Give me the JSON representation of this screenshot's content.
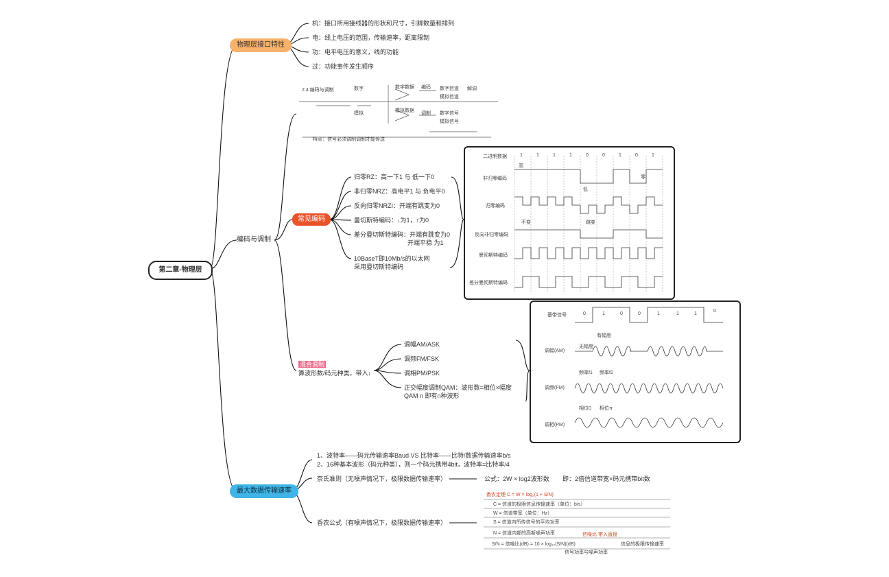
{
  "root": "第二章-物理层",
  "phys": {
    "label": "物理层接口特性",
    "items": [
      "机：接口所用接线器的形状和尺寸，引脚数量和排列",
      "电：线上电压的范围，传输速率，距离限制",
      "功：电平电压的意义，线的功能",
      "过：功能事件发生顺序"
    ]
  },
  "codec": {
    "label": "编码与调制",
    "common": {
      "label": "常见编码",
      "items": [
        "归零RZ：高一下1 与 低一下0",
        "非归零NRZ：高电平1 与 负电平0",
        "反向归零NRZI：开端有跳变为0",
        "曼切斯特编码：↓为1，↑为0"
      ],
      "diff1": "差分曼切斯特编码：开端有跳变为0",
      "diff2": "开端平稳 为1",
      "eth1": "10BaseT即10Mb/s的以太网",
      "eth2": "采用曼切斯特编码"
    },
    "mix": {
      "label": "混合调制",
      "sub": "算波形数/码元种类，带入↓",
      "items": [
        "调幅AM/ASK",
        "调频FM/FSK",
        "调相PM/PSK"
      ],
      "qam1": "正交幅度调制QAM：波形数=相位×幅度",
      "qam2": "QAM n 即有n种波形"
    }
  },
  "maxrate": {
    "label": "最大数据传输速率",
    "line1": "1、波特率——码元传输速率Baud     VS     比特率——比特/数据传输速率b/s",
    "line2": "2、16种基本波形（码元种类），则一个码元携带4bit，波特率=比特率/4",
    "nyquist": "奈氏准则（无噪声情况下，极限数据传输速率）",
    "nyq_formula": "公式：2W × log2波形数",
    "nyq_note": "即：2倍信道带宽×码元携带bit数",
    "shannon": "香农公式（有噪声情况下，极限数据传输速率）"
  },
  "sketch1": {
    "a": "2.4 编码与调制",
    "b": "数字",
    "c": "模拟",
    "d": "数字数据",
    "e": "编码",
    "f": "模拟数据",
    "g": "数字信道",
    "h": "模拟信道",
    "i": "数字信号",
    "j": "模拟信号",
    "k": "调制",
    "l": "解调",
    "m": "特点：信号必须调制调制才能传送"
  },
  "fig1": {
    "rows": [
      "二进制数据",
      "非归零编码",
      "归零编码",
      "反向非归零编码",
      "曼彻斯特编码",
      "差分曼彻斯特编码"
    ],
    "bits": [
      "1",
      "1",
      "1",
      "1",
      "0",
      "0",
      "1",
      "0",
      "1"
    ],
    "hi": "高",
    "lo": "低",
    "zero": "零",
    "bu": "不变",
    "tiao": "跳变"
  },
  "fig2": {
    "rows": [
      "基带信号",
      "调幅(AM)",
      "调频(FM)",
      "调相(PM)"
    ],
    "bits": [
      "0",
      "1",
      "0",
      "0",
      "1",
      "1",
      "1",
      "0"
    ],
    "am_yes": "有幅度",
    "am_no": "无幅度",
    "fm_a": "频率f1",
    "fm_b": "频率f2",
    "pm_a": "相位0",
    "pm_b": "相位π"
  },
  "sketch2": {
    "l1": "香农定理 C = W × log₂(1 + S/N)",
    "l2": "C = 信道的极限信息传输速率（单位：b/s）",
    "l3": "W = 信道带宽（单位：Hz）",
    "l4": "S = 信道内所传信号的平均功率",
    "l5": "N = 信道内部的高斯噪声功率",
    "l6": "S/N = 信噪比(dB) = 10 × log₁₀(S/N)(dB)",
    "l7": "信噪比 带入直接",
    "l8": "信号功率与噪声功率",
    "l9": "信息的极限传输速率"
  }
}
